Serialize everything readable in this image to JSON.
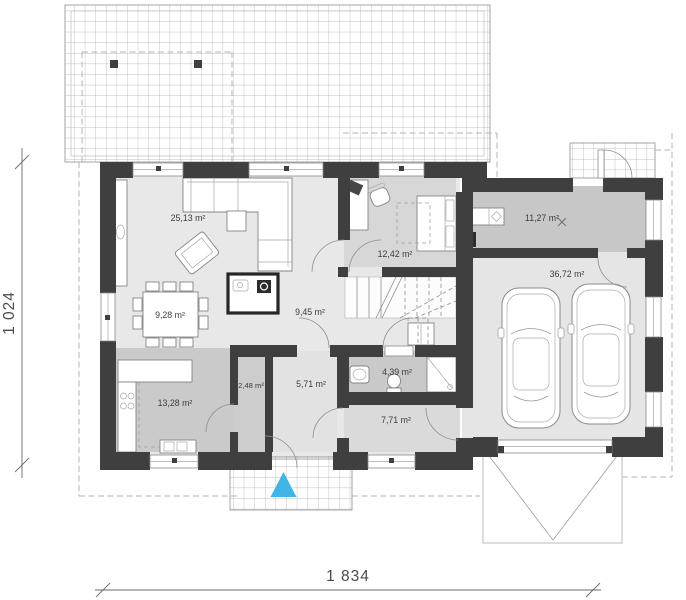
{
  "plan": {
    "rooms": [
      {
        "id": "living-room",
        "area": "25,13 m²"
      },
      {
        "id": "dining-area",
        "area": "9,28 m²"
      },
      {
        "id": "bedroom",
        "area": "12,42 m²"
      },
      {
        "id": "hall",
        "area": "9,45 m²"
      },
      {
        "id": "kitchen",
        "area": "13,28 m²"
      },
      {
        "id": "pantry",
        "area": "2,48 m²"
      },
      {
        "id": "entry",
        "area": "5,71 m²"
      },
      {
        "id": "bathroom",
        "area": "4,39 m²"
      },
      {
        "id": "corridor",
        "area": "7,71 m²"
      },
      {
        "id": "utility-room",
        "area": "11,27 m²"
      },
      {
        "id": "garage",
        "area": "36,72 m²"
      }
    ],
    "dimensions": {
      "width": "1 834",
      "height": "1 024"
    },
    "colors": {
      "wall": "#3f3f3f",
      "floor_light": "#e8e8e8",
      "floor_dark": "#c9c9c9",
      "entrance_marker": "#41b6e6",
      "dimension_text": "#4a4a4a"
    },
    "symbols": {
      "entrance_marker": "triangle-up"
    }
  }
}
